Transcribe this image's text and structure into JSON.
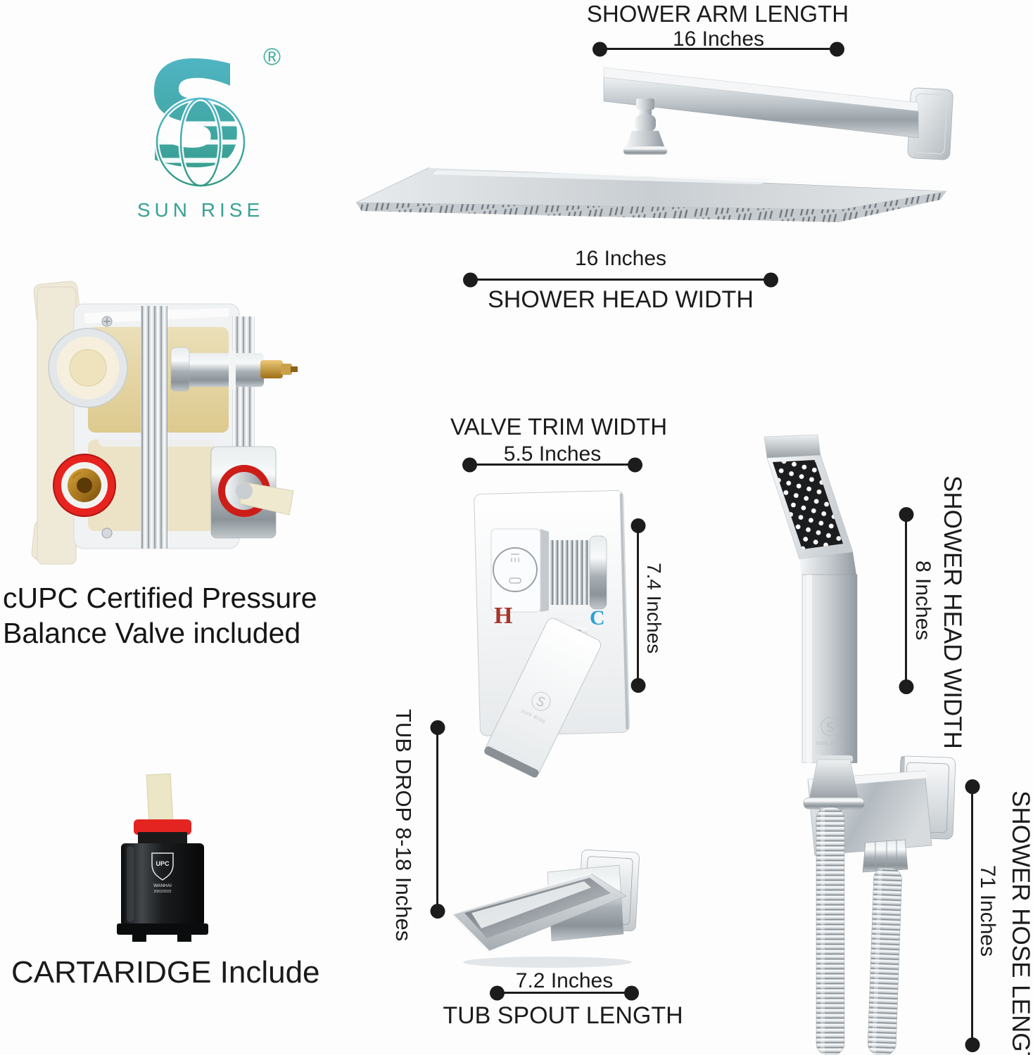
{
  "brand": {
    "name": "SUN RISE",
    "initial": "S",
    "registered": "®"
  },
  "colors": {
    "brand_teal": "#3AA193",
    "hot_red": "#A6352B",
    "cold_blue": "#2F9FD8",
    "annotation_text": "#1B1B1B",
    "chrome_light": "#F4F6F7",
    "chrome_dark": "#9AA1A7",
    "cartridge_red": "#E32421"
  },
  "dims": {
    "shower_arm": {
      "title": "SHOWER ARM LENGTH",
      "value": "16 Inches"
    },
    "shower_head_width": {
      "title": "SHOWER HEAD WIDTH",
      "value": "16 Inches"
    },
    "valve_trim_width": {
      "title": "VALVE TRIM WIDTH",
      "value": "5.5 Inches"
    },
    "valve_trim_height": {
      "value": "7.4 Inches"
    },
    "hand_shower_width": {
      "title": "SHOWER HEAD WIDTH",
      "value": "8 Inches"
    },
    "shower_hose_length": {
      "title": "SHOWER HOSE LENGTH",
      "value": "71 Inches"
    },
    "tub_drop": {
      "label": "TUB DROP 8-18 Inches"
    },
    "tub_spout_length": {
      "title": "TUB SPOUT LENGTH",
      "value": "7.2 Inches"
    }
  },
  "captions": {
    "valve_line1": "cUPC Certified Pressure",
    "valve_line2": "Balance Valve included",
    "cartridge": "CARTARIDGE Include"
  },
  "trim": {
    "hot": "H",
    "cold": "C"
  },
  "cartridge_print": {
    "cert": "UPC",
    "brand": "WANHAI",
    "date": "20/02/2022"
  }
}
